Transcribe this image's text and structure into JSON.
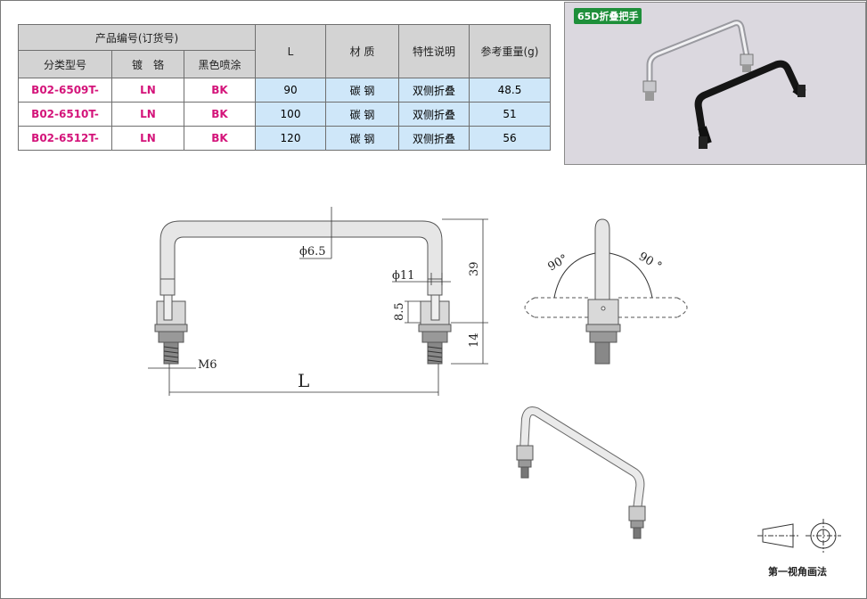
{
  "table": {
    "header_group": "产品编号(订货号)",
    "col_type": "分类型号",
    "col_plating": "镀　铬",
    "col_black": "黑色喷涂",
    "col_L": "L",
    "col_material": "材 质",
    "col_feature": "特性说明",
    "col_weight": "参考重量(g)",
    "rows": [
      {
        "part": "B02-6509T-",
        "ln": "LN",
        "bk": "BK",
        "L": "90",
        "material": "碳 钢",
        "feature": "双侧折叠",
        "weight": "48.5"
      },
      {
        "part": "B02-6510T-",
        "ln": "LN",
        "bk": "BK",
        "L": "100",
        "material": "碳 钢",
        "feature": "双侧折叠",
        "weight": "51"
      },
      {
        "part": "B02-6512T-",
        "ln": "LN",
        "bk": "BK",
        "L": "120",
        "material": "碳 钢",
        "feature": "双侧折叠",
        "weight": "56"
      }
    ]
  },
  "photo": {
    "tag": "65D折叠把手"
  },
  "drawing": {
    "dia_rod": "ϕ6.5",
    "dia_11": "ϕ11",
    "dim_39": "39",
    "dim_8_5": "8.5",
    "dim_14": "14",
    "thread": "M6",
    "length": "L",
    "angle_left": "90°",
    "angle_right": "90 °"
  },
  "projection": {
    "label": "第一视角画法"
  }
}
